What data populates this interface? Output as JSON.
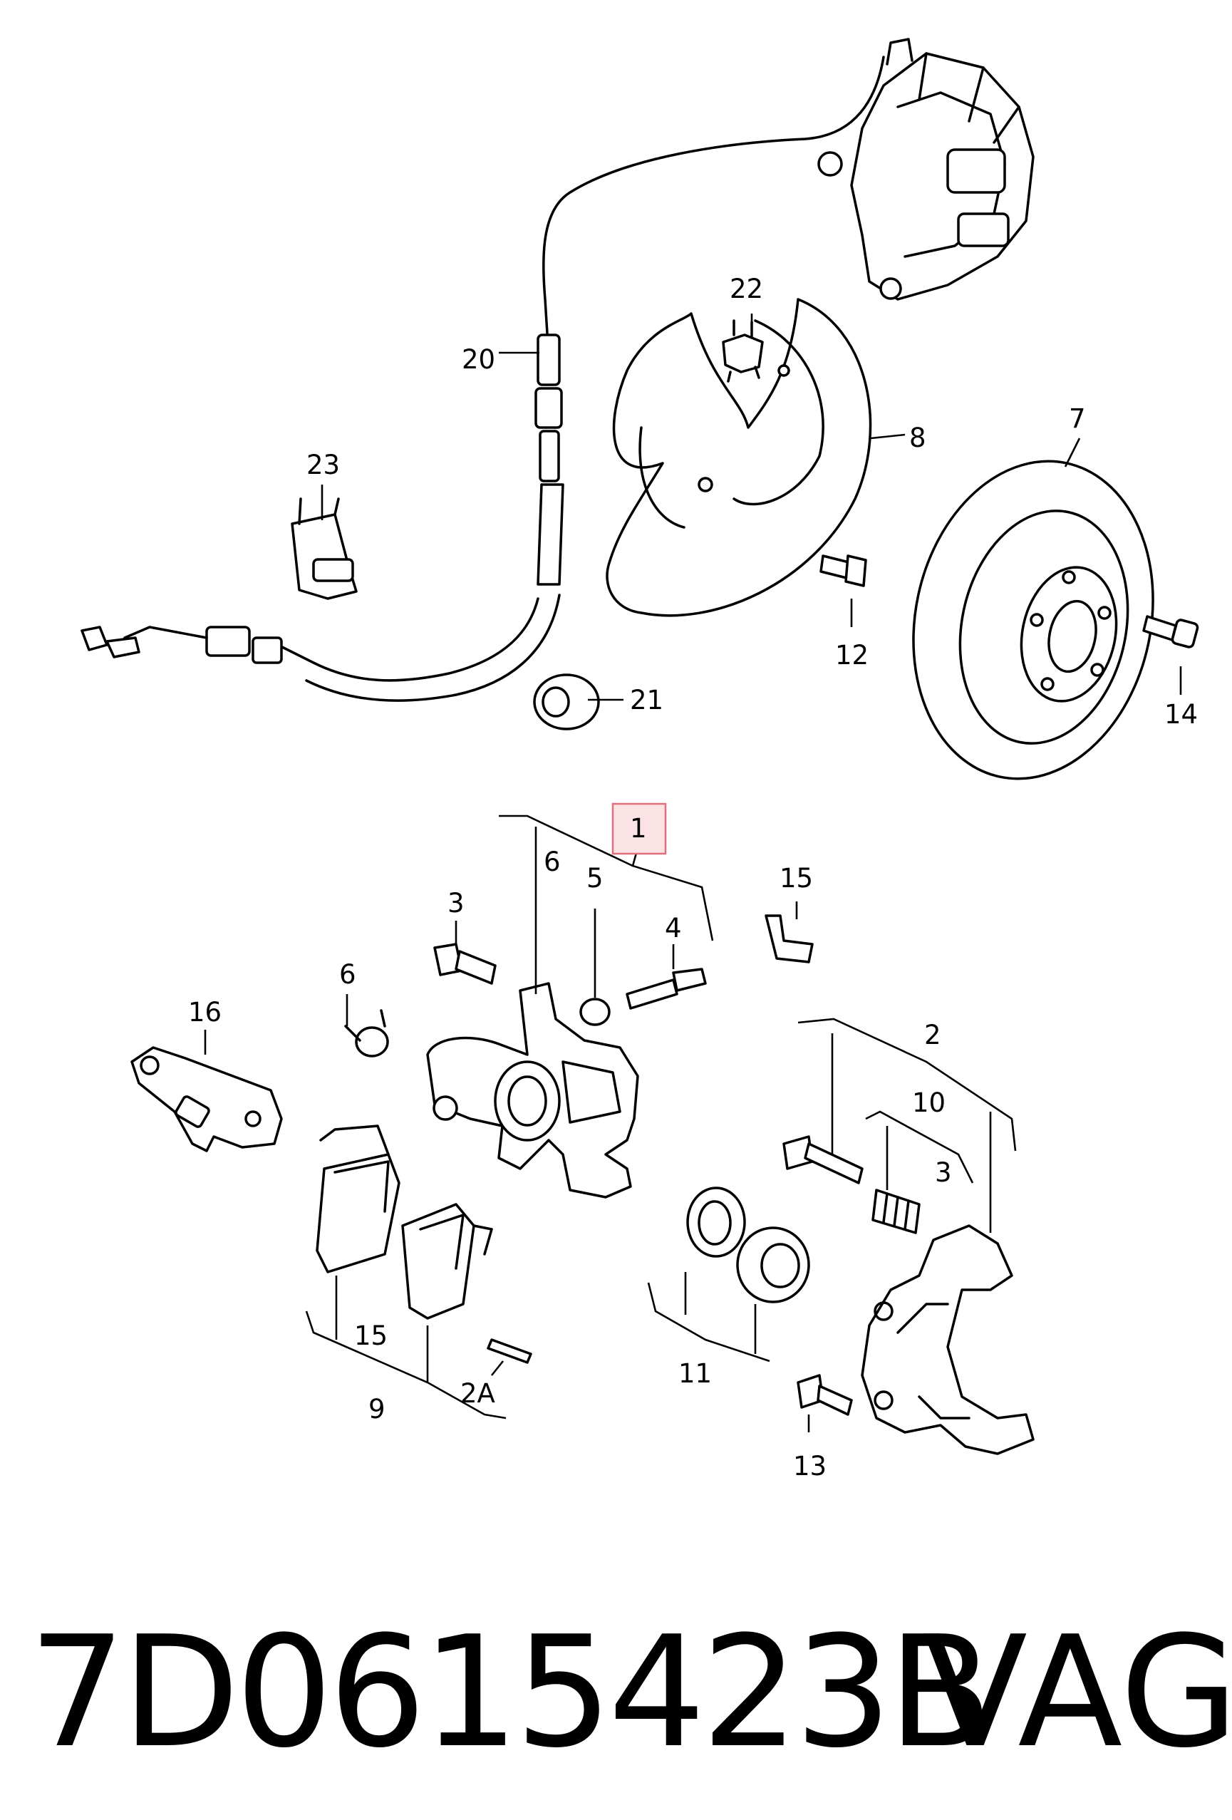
{
  "callouts": {
    "c1": "1",
    "c2": "2",
    "c2a": "2A",
    "c3a": "3",
    "c3b": "3",
    "c4": "4",
    "c5": "5",
    "c6a": "6",
    "c6b": "6",
    "c7": "7",
    "c8": "8",
    "c9": "9",
    "c10": "10",
    "c11": "11",
    "c12": "12",
    "c13": "13",
    "c14": "14",
    "c15a": "15",
    "c15b": "15",
    "c16": "16",
    "c20": "20",
    "c21": "21",
    "c22": "22",
    "c23": "23"
  },
  "highlight_color": "#e0707a",
  "footer": {
    "part_number": "7D0615423B",
    "brand": "VAG"
  }
}
